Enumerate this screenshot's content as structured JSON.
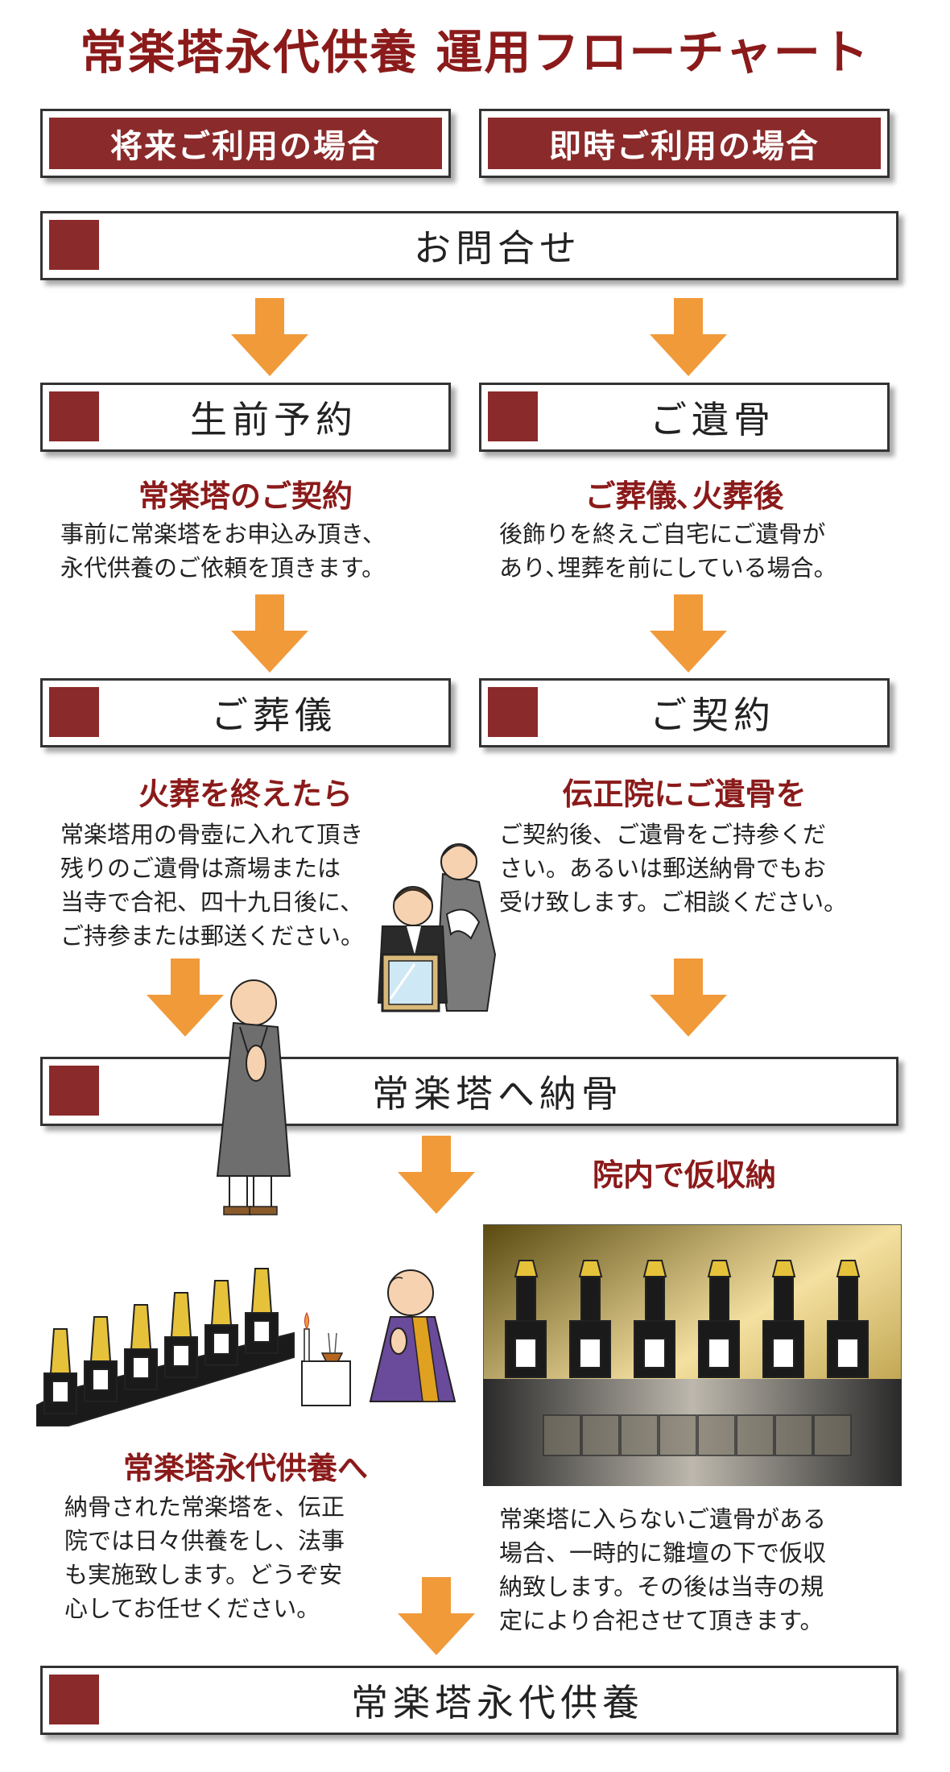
{
  "title": "常楽塔永代供養 運用フローチャート",
  "headers": {
    "left": "将来ご利用の場合",
    "right": "即時ご利用の場合"
  },
  "steps": {
    "inquiry": "お問合せ",
    "reservation": "生前予約",
    "remains": "ご遺骨",
    "funeral": "ご葬儀",
    "contract": "ご契約",
    "interment": "常楽塔へ納骨",
    "final": "常楽塔永代供養"
  },
  "left_col": {
    "reservation_sub": "常楽塔のご契約",
    "reservation_desc": [
      "事前に常楽塔をお申込み頂き、",
      "永代供養のご依頼を頂きます。"
    ],
    "funeral_sub": "火葬を終えたら",
    "funeral_desc": [
      "常楽塔用の骨壺に入れて頂き",
      "残りのご遺骨は斎場または",
      "当寺で合祀、四十九日後に、",
      "ご持参または郵送ください。"
    ],
    "memorial_sub": "常楽塔永代供養へ",
    "memorial_desc": [
      "納骨された常楽塔を、伝正",
      "院では日々供養をし、法事",
      "も実施致します。どうぞ安",
      "心してお任せください。"
    ]
  },
  "right_col": {
    "remains_sub": "ご葬儀､火葬後",
    "remains_desc": [
      "後飾りを終えご自宅にご遺骨が",
      "あり､埋葬を前にしている場合。"
    ],
    "contract_sub": "伝正院にご遺骨を",
    "contract_desc": [
      "ご契約後、ご遺骨をご持参くだ",
      "さい。あるいは郵送納骨でもお",
      "受け致します。ご相談ください。"
    ],
    "temp_sub": "院内で仮収納",
    "temp_desc": [
      "常楽塔に入らないご遺骨がある",
      "場合、一時的に雛壇の下で仮収",
      "納致します。その後は当寺の規",
      "定により合祀させて頂きます。"
    ]
  },
  "colors": {
    "accent": "#8b2a2a",
    "title": "#8b1a1a",
    "arrow": "#f19a3a"
  },
  "icons": [
    "down-arrow-icon",
    "monk-figure",
    "family-figures",
    "pagoda-towers",
    "praying-monk-figure",
    "altar-candle",
    "storage-shelf-photo"
  ]
}
